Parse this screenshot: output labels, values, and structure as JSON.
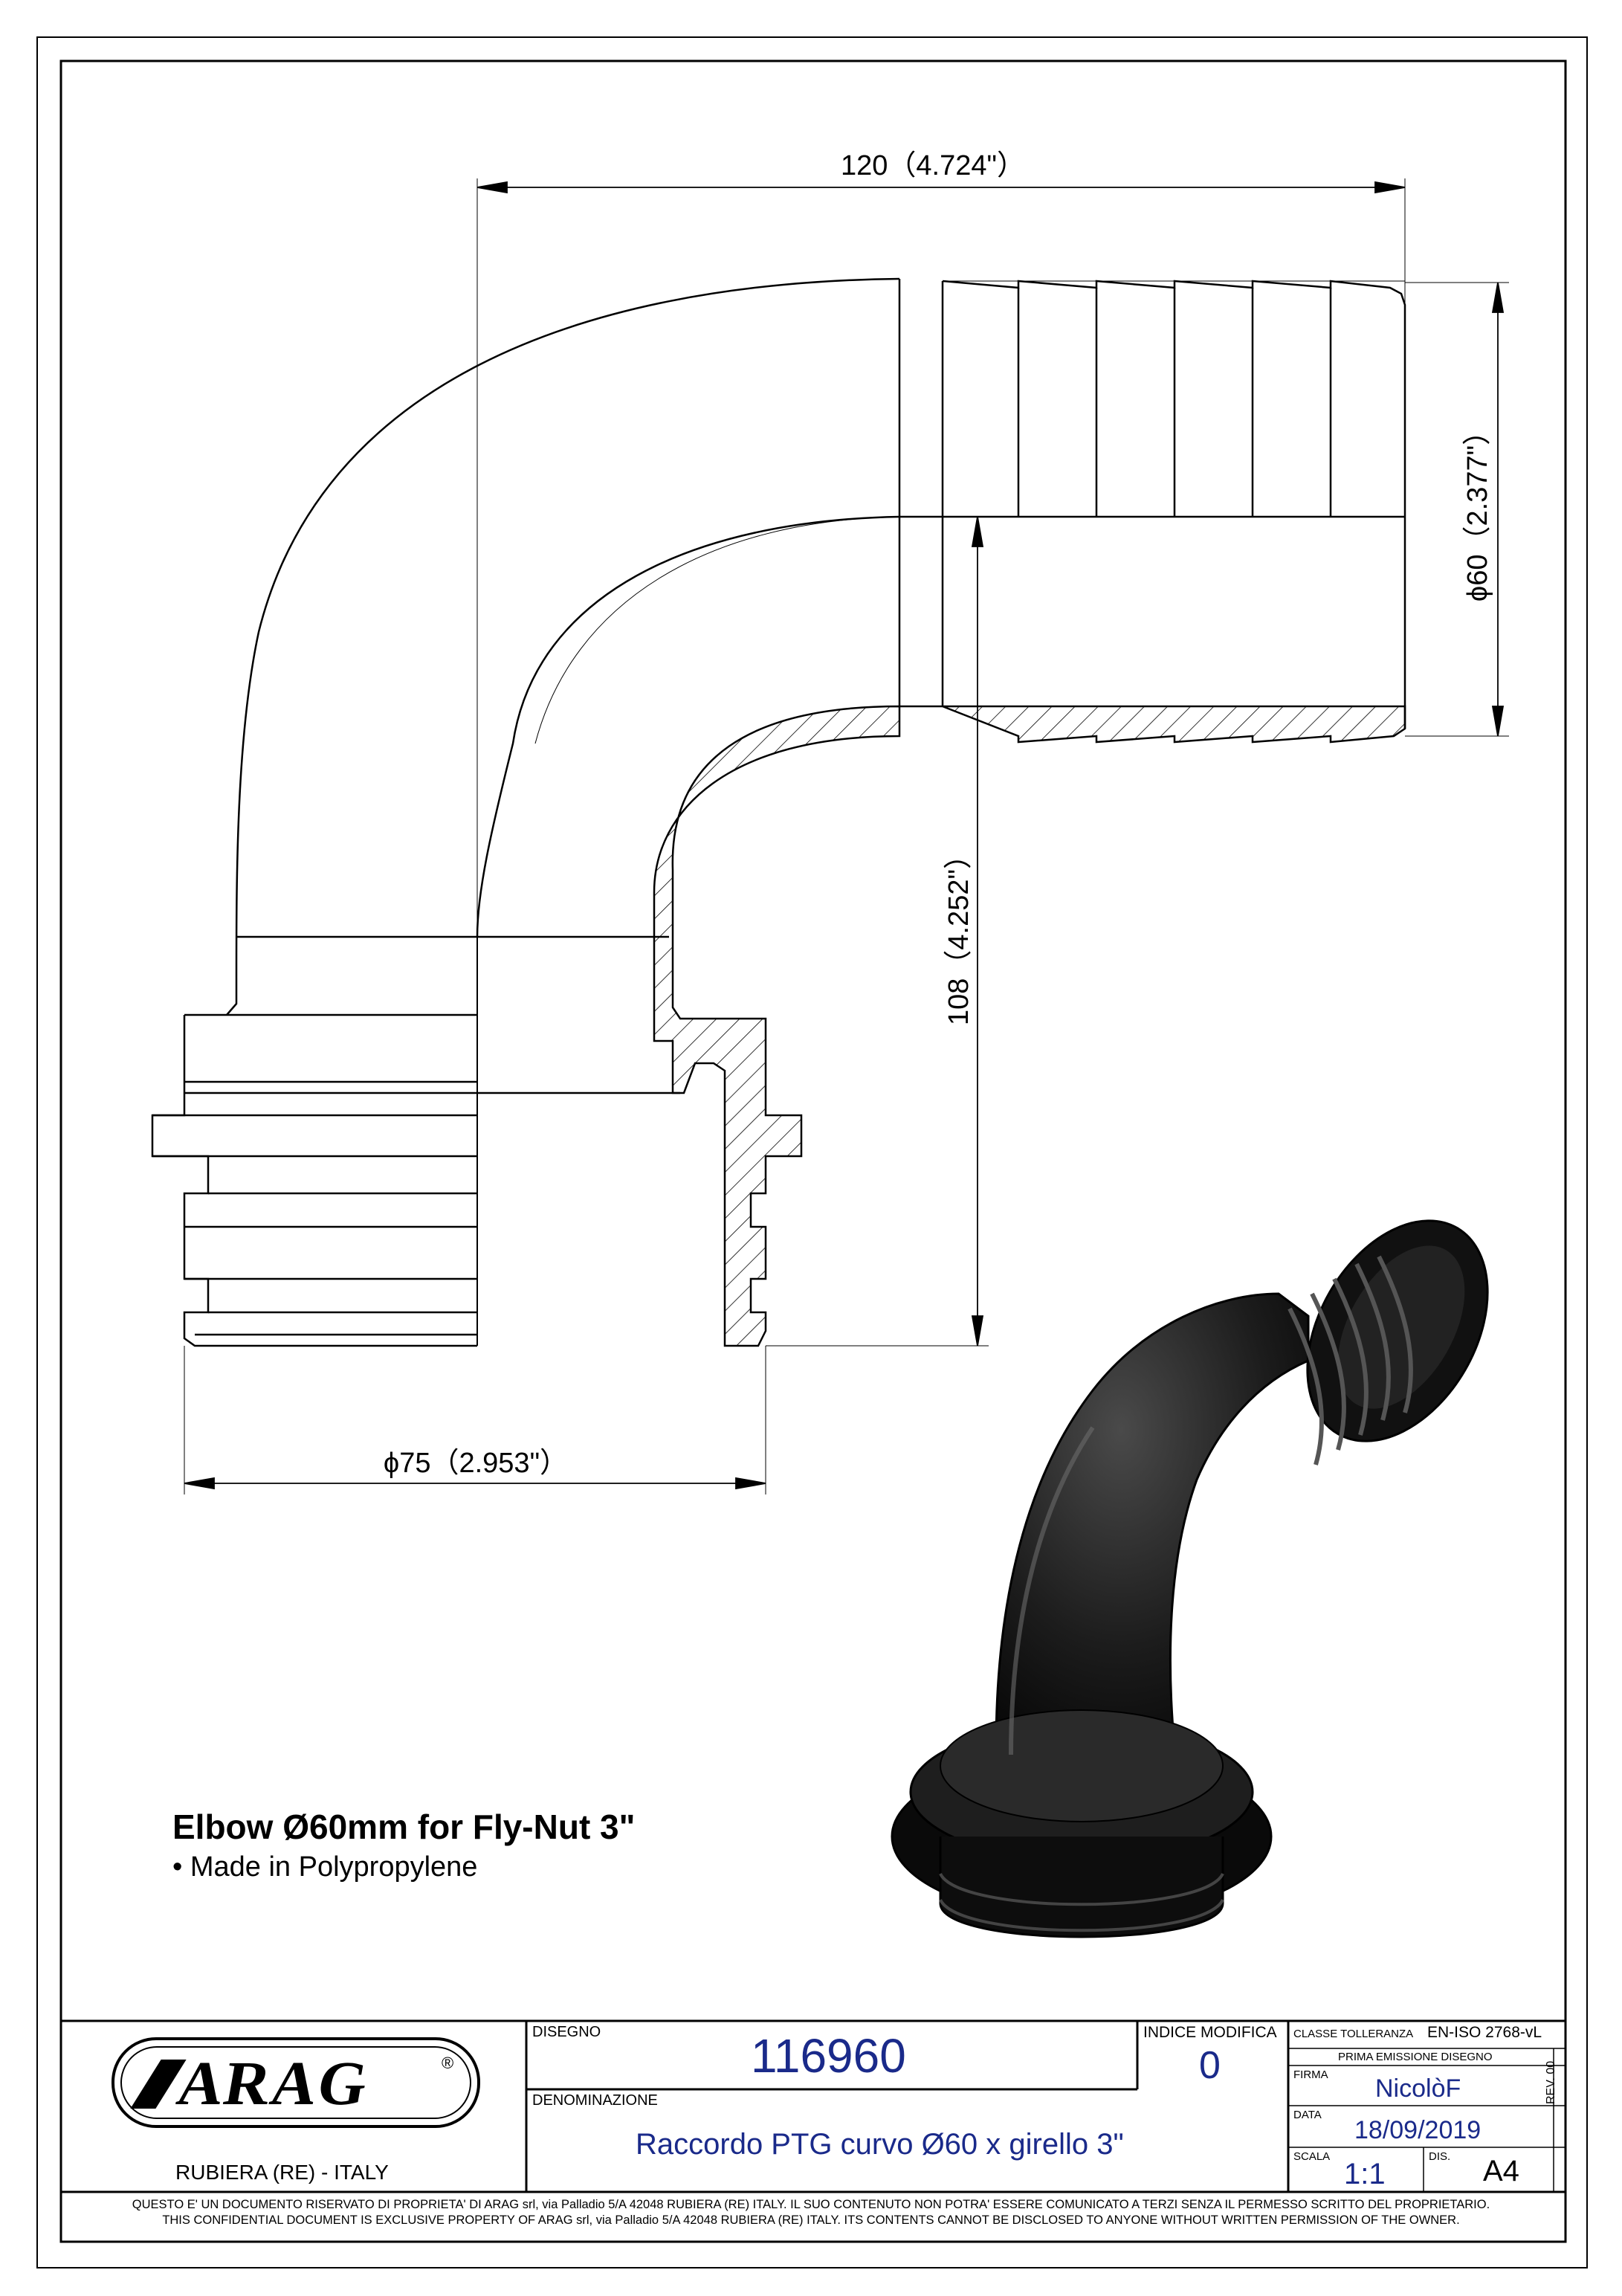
{
  "dimensions": {
    "length": "120（4.724\"）",
    "hose_diameter": "ϕ60（2.377\"）",
    "height": "108（4.252\"）",
    "thread_diameter": "ϕ75（2.953\"）"
  },
  "product": {
    "title": "Elbow Ø60mm for Fly-Nut 3\"",
    "bullet": "• Made in Polypropylene"
  },
  "title_block": {
    "company": {
      "logo_text": "ARAG",
      "registered": "®",
      "location": "RUBIERA (RE) - ITALY"
    },
    "disegno_label": "DISEGNO",
    "drawing_number": "116960",
    "indice_modifica_label": "INDICE MODIFICA",
    "revision_index": "0",
    "denominazione_label": "DENOMINAZIONE",
    "description": "Raccordo PTG curvo Ø60 x girello 3\"",
    "classe_tolleranza_label": "CLASSE TOLLERANZA",
    "tolerance_class": "EN-ISO  2768-vL",
    "prima_emissione_label": "PRIMA EMISSIONE DISEGNO",
    "firma_label": "FIRMA",
    "signature": "NicolòF",
    "data_label": "DATA",
    "date": "18/09/2019",
    "scala_label": "SCALA",
    "scale": "1:1",
    "dis_label": "DIS.",
    "sheet_size": "A4",
    "rev": "REV. 00"
  },
  "confidentiality": {
    "italian": "QUESTO E' UN DOCUMENTO RISERVATO DI PROPRIETA' DI ARAG srl, via Palladio 5/A 42048 RUBIERA (RE) ITALY. IL SUO CONTENUTO NON POTRA' ESSERE COMUNICATO A TERZI SENZA IL PERMESSO SCRITTO DEL PROPRIETARIO.",
    "english": "THIS CONFIDENTIAL DOCUMENT IS EXCLUSIVE PROPERTY OF ARAG srl, via Palladio 5/A 42048 RUBIERA (RE) ITALY. ITS CONTENTS CANNOT BE DISCLOSED TO ANYONE WITHOUT WRITTEN PERMISSION OF THE OWNER."
  }
}
